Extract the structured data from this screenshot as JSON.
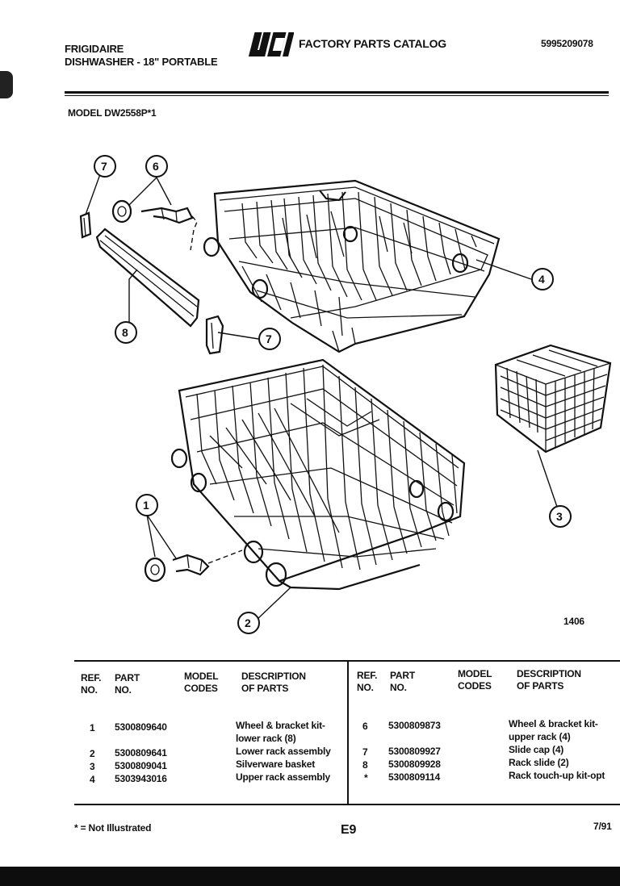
{
  "header": {
    "brand": "FRIGIDAIRE",
    "product": "DISHWASHER - 18\" PORTABLE",
    "logo_text": "WCI",
    "catalog_title": "FACTORY PARTS CATALOG",
    "catalog_number": "5995209078",
    "model_label": "MODEL DW2558P*1"
  },
  "diagram": {
    "figure_number": "1406",
    "callouts": [
      "7",
      "6",
      "8",
      "7",
      "4",
      "3",
      "1",
      "2"
    ]
  },
  "table": {
    "left_headers": {
      "ref": [
        "REF.",
        "NO."
      ],
      "part": [
        "PART",
        "NO."
      ],
      "model": [
        "MODEL",
        "CODES"
      ],
      "desc": [
        "DESCRIPTION",
        "OF PARTS"
      ]
    },
    "right_headers": {
      "ref": [
        "REF.",
        "NO."
      ],
      "part": [
        "PART",
        "NO."
      ],
      "model": [
        "MODEL",
        "CODES"
      ],
      "desc": [
        "DESCRIPTION",
        "OF PARTS"
      ]
    },
    "left_rows": [
      {
        "ref": "1",
        "part": "5300809640",
        "desc": "Wheel & bracket kit-",
        "desc2": "lower rack (8)"
      },
      {
        "ref": "2",
        "part": "5300809641",
        "desc": "Lower rack assembly"
      },
      {
        "ref": "3",
        "part": "5300809041",
        "desc": "Silverware basket"
      },
      {
        "ref": "4",
        "part": "5303943016",
        "desc": "Upper rack assembly"
      }
    ],
    "right_rows": [
      {
        "ref": "6",
        "part": "5300809873",
        "desc": "Wheel & bracket kit-",
        "desc2": "upper rack (4)"
      },
      {
        "ref": "7",
        "part": "5300809927",
        "desc": "Slide cap (4)"
      },
      {
        "ref": "8",
        "part": "5300809928",
        "desc": "Rack slide (2)"
      },
      {
        "ref": "*",
        "part": "5300809114",
        "desc": "Rack touch-up kit-opt"
      }
    ]
  },
  "footer": {
    "note": "* = Not Illustrated",
    "page": "E9",
    "date": "7/91"
  }
}
